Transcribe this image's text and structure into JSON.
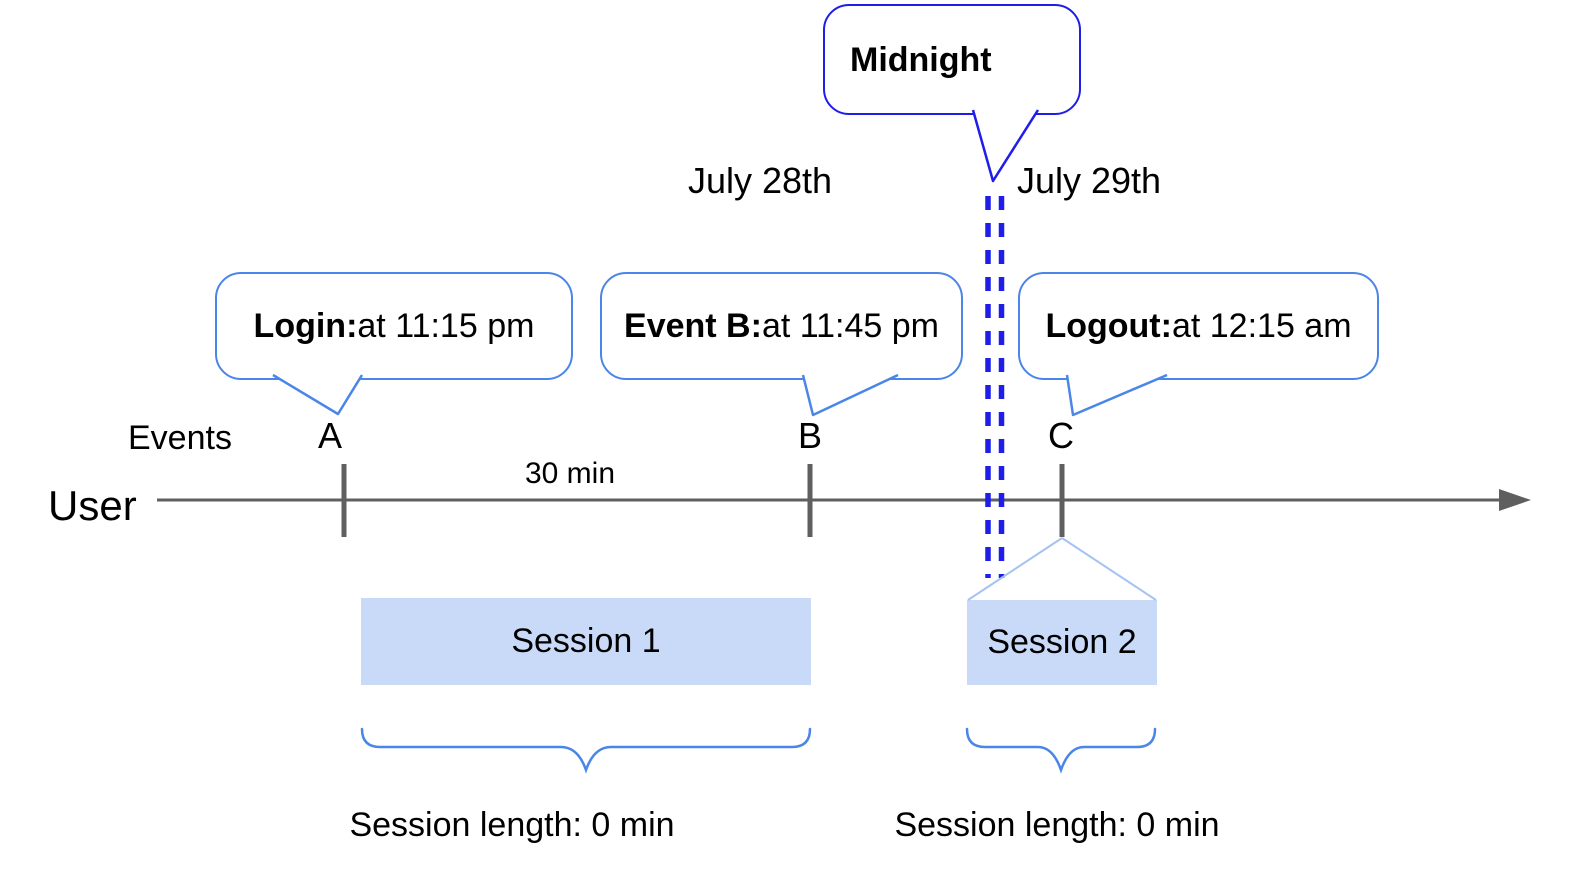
{
  "diagram": {
    "title_annotation": "Midnight",
    "dates": {
      "left": "July 28th",
      "right": "July 29th"
    },
    "axis": {
      "row_label": "User",
      "events_label": "Events",
      "markers": [
        "A",
        "B",
        "C"
      ],
      "interval_label": "30 min"
    },
    "bubbles": {
      "login": {
        "bold": "Login:",
        "text": " at 11:15 pm"
      },
      "event_b": {
        "bold": "Event B:",
        "text": " at 11:45 pm"
      },
      "logout": {
        "bold": "Logout:",
        "text": " at 12:15 am"
      }
    },
    "sessions": [
      {
        "name": "Session 1",
        "length_label": "Session length: 0 min"
      },
      {
        "name": "Session 2",
        "length_label": "Session length: 0 min"
      }
    ],
    "colors": {
      "midnight_blue": "#1e1ee8",
      "bubble_border_blue": "#4a86e8",
      "funnel_light_blue": "#a4c2f4",
      "session_fill": "#c9daf8",
      "timeline_gray": "#5f5f5f"
    }
  }
}
